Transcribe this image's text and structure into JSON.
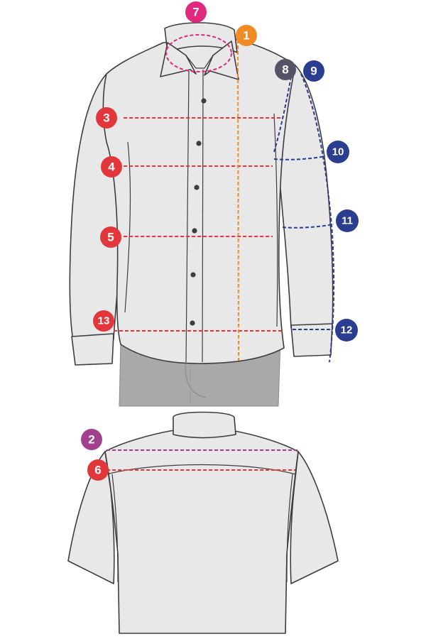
{
  "colors": {
    "red": "#e2373a",
    "orange": "#f08a24",
    "magenta": "#e0287f",
    "purple": "#a0408f",
    "navy": "#2b3d8f",
    "slate": "#545466",
    "garment_fill": "#e8e8e9",
    "outline": "#3d3d3f",
    "pants": "#a9a9ab"
  },
  "front_view": {
    "badges": [
      {
        "id": "chest",
        "label": "3",
        "color": "red"
      },
      {
        "id": "waist",
        "label": "4",
        "color": "red"
      },
      {
        "id": "hip",
        "label": "5",
        "color": "red"
      },
      {
        "id": "hem",
        "label": "13",
        "color": "red"
      },
      {
        "id": "length",
        "label": "1",
        "color": "orange"
      },
      {
        "id": "collar",
        "label": "7",
        "color": "magenta"
      },
      {
        "id": "shoulder-point",
        "label": "8",
        "color": "slate"
      },
      {
        "id": "sleeve-length",
        "label": "9",
        "color": "navy"
      },
      {
        "id": "bicep",
        "label": "10",
        "color": "navy"
      },
      {
        "id": "forearm",
        "label": "11",
        "color": "navy"
      },
      {
        "id": "cuff",
        "label": "12",
        "color": "navy"
      }
    ]
  },
  "back_view": {
    "badges": [
      {
        "id": "shoulder-width",
        "label": "2",
        "color": "purple"
      },
      {
        "id": "back-width",
        "label": "6",
        "color": "red"
      }
    ]
  }
}
